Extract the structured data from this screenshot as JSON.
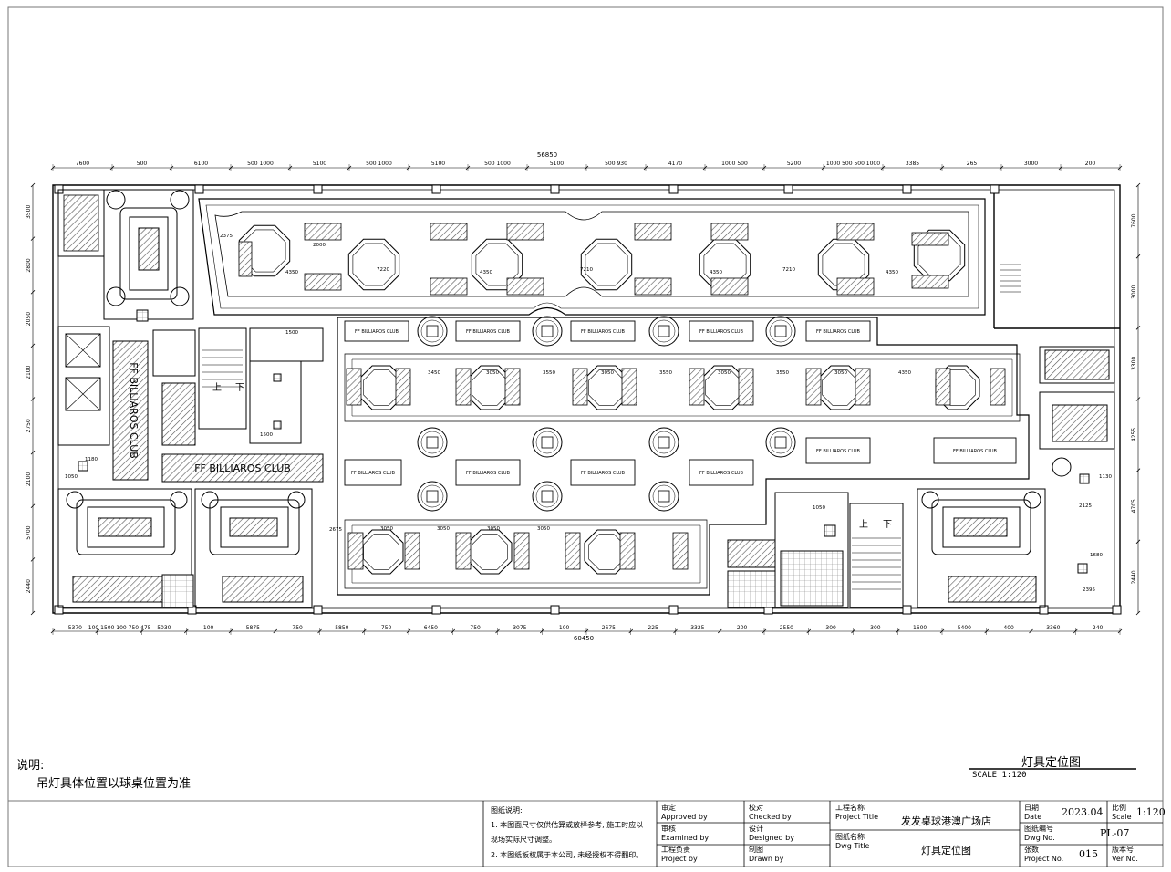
{
  "dims": {
    "total_top": "56850",
    "total_bottom": "60450",
    "top": [
      "7600",
      "500",
      "6100",
      "500 1000",
      "5100",
      "500 1000",
      "5100",
      "500 1000",
      "5100",
      "500 930",
      "4170",
      "1000 500",
      "5200",
      "1000 500 500 1000",
      "3385",
      "265",
      "3000",
      "200"
    ],
    "bottom": [
      "5370",
      "100 1500 100 750 475",
      "5030",
      "100",
      "5875",
      "750",
      "5850",
      "750",
      "6450",
      "750",
      "3075",
      "100",
      "2675",
      "225",
      "3325",
      "200",
      "2550",
      "300",
      "300",
      "1600",
      "5400",
      "400",
      "3360",
      "240"
    ],
    "left": [
      "3500",
      "2800",
      "2050",
      "2100",
      "2750",
      "2100",
      "5700",
      "2440"
    ],
    "right": [
      "7600",
      "3000",
      "3300",
      "4255",
      "4705",
      "2440"
    ],
    "interior": [
      "2000",
      "4350",
      "7220",
      "4350",
      "7210",
      "4350",
      "7210",
      "4350",
      "3450",
      "3050",
      "3550",
      "3050",
      "3550",
      "3050",
      "3550",
      "3050",
      "4350",
      "3050",
      "3050",
      "3050",
      "3050",
      "2675",
      "2375",
      "1500",
      "1500",
      "1050",
      "1130",
      "1680",
      "2395",
      "2125",
      "1180",
      "1050"
    ]
  },
  "plan_labels": {
    "club_big_vertical": "FF BILLIAROS CLUB",
    "club_big_horizontal": "FF BILLIAROS CLUB",
    "club_small": "FF BILLIAROS CLUB",
    "stair_up": "上",
    "stair_down": "下"
  },
  "notes": {
    "title": "说明:",
    "body": "吊灯具体位置以球桌位置为准"
  },
  "drawing": {
    "title": "灯具定位图",
    "scale": "SCALE 1:120"
  },
  "title_block": {
    "notes_heading": "图纸说明:",
    "note_1a": "1. 本图面尺寸仅供估算或放样参考, 施工时应以",
    "note_1b": "现场实际尺寸调整。",
    "note_2": "2. 本图纸板权属于本公司, 未经授权不得翻印。",
    "approved_cn": "审定",
    "approved_en": "Approved by",
    "examined_cn": "审核",
    "examined_en": "Examined by",
    "project_by_cn": "工程负责",
    "project_by_en": "Project by",
    "checked_cn": "校对",
    "checked_en": "Checked by",
    "designed_cn": "设计",
    "designed_en": "Designed by",
    "drawn_cn": "制图",
    "drawn_en": "Drawn by",
    "project_title_cn": "工程名称",
    "project_title_en": "Project Title",
    "project_title": "发发桌球港澳广场店",
    "dwg_title_cn": "图纸名称",
    "dwg_title_en": "Dwg Title",
    "dwg_title": "灯具定位图",
    "date_cn": "日期",
    "date_en": "Date",
    "date": "2023.04",
    "scale_cn": "比例",
    "scale_en": "Scale",
    "scale": "1:120",
    "dwg_no_cn": "图纸编号",
    "dwg_no_en": "Dwg No.",
    "dwg_no": "PL-07",
    "sheet_cn": "张数",
    "sheet_en": "Project No.",
    "sheet": "015",
    "ver_cn": "版本号",
    "ver_en": "Ver No."
  }
}
